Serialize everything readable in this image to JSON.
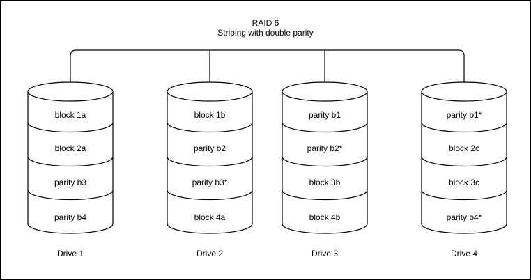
{
  "title": "RAID 6",
  "subtitle": "Striping with double parity",
  "drives": [
    {
      "name": "Drive 1",
      "blocks": [
        "block 1a",
        "block 2a",
        "parity b3",
        "parity b4"
      ]
    },
    {
      "name": "Drive 2",
      "blocks": [
        "block 1b",
        "parity b2",
        "parity b3*",
        "block 4a"
      ]
    },
    {
      "name": "Drive 3",
      "blocks": [
        "parity b1",
        "parity b2*",
        "block 3b",
        "block 4b"
      ]
    },
    {
      "name": "Drive 4",
      "blocks": [
        "parity b1*",
        "block 2c",
        "block 3c",
        "parity b4*"
      ]
    }
  ],
  "colors": {
    "stroke": "#000000",
    "fill": "#ffffff",
    "text": "#000000",
    "background": "#ffffff"
  }
}
